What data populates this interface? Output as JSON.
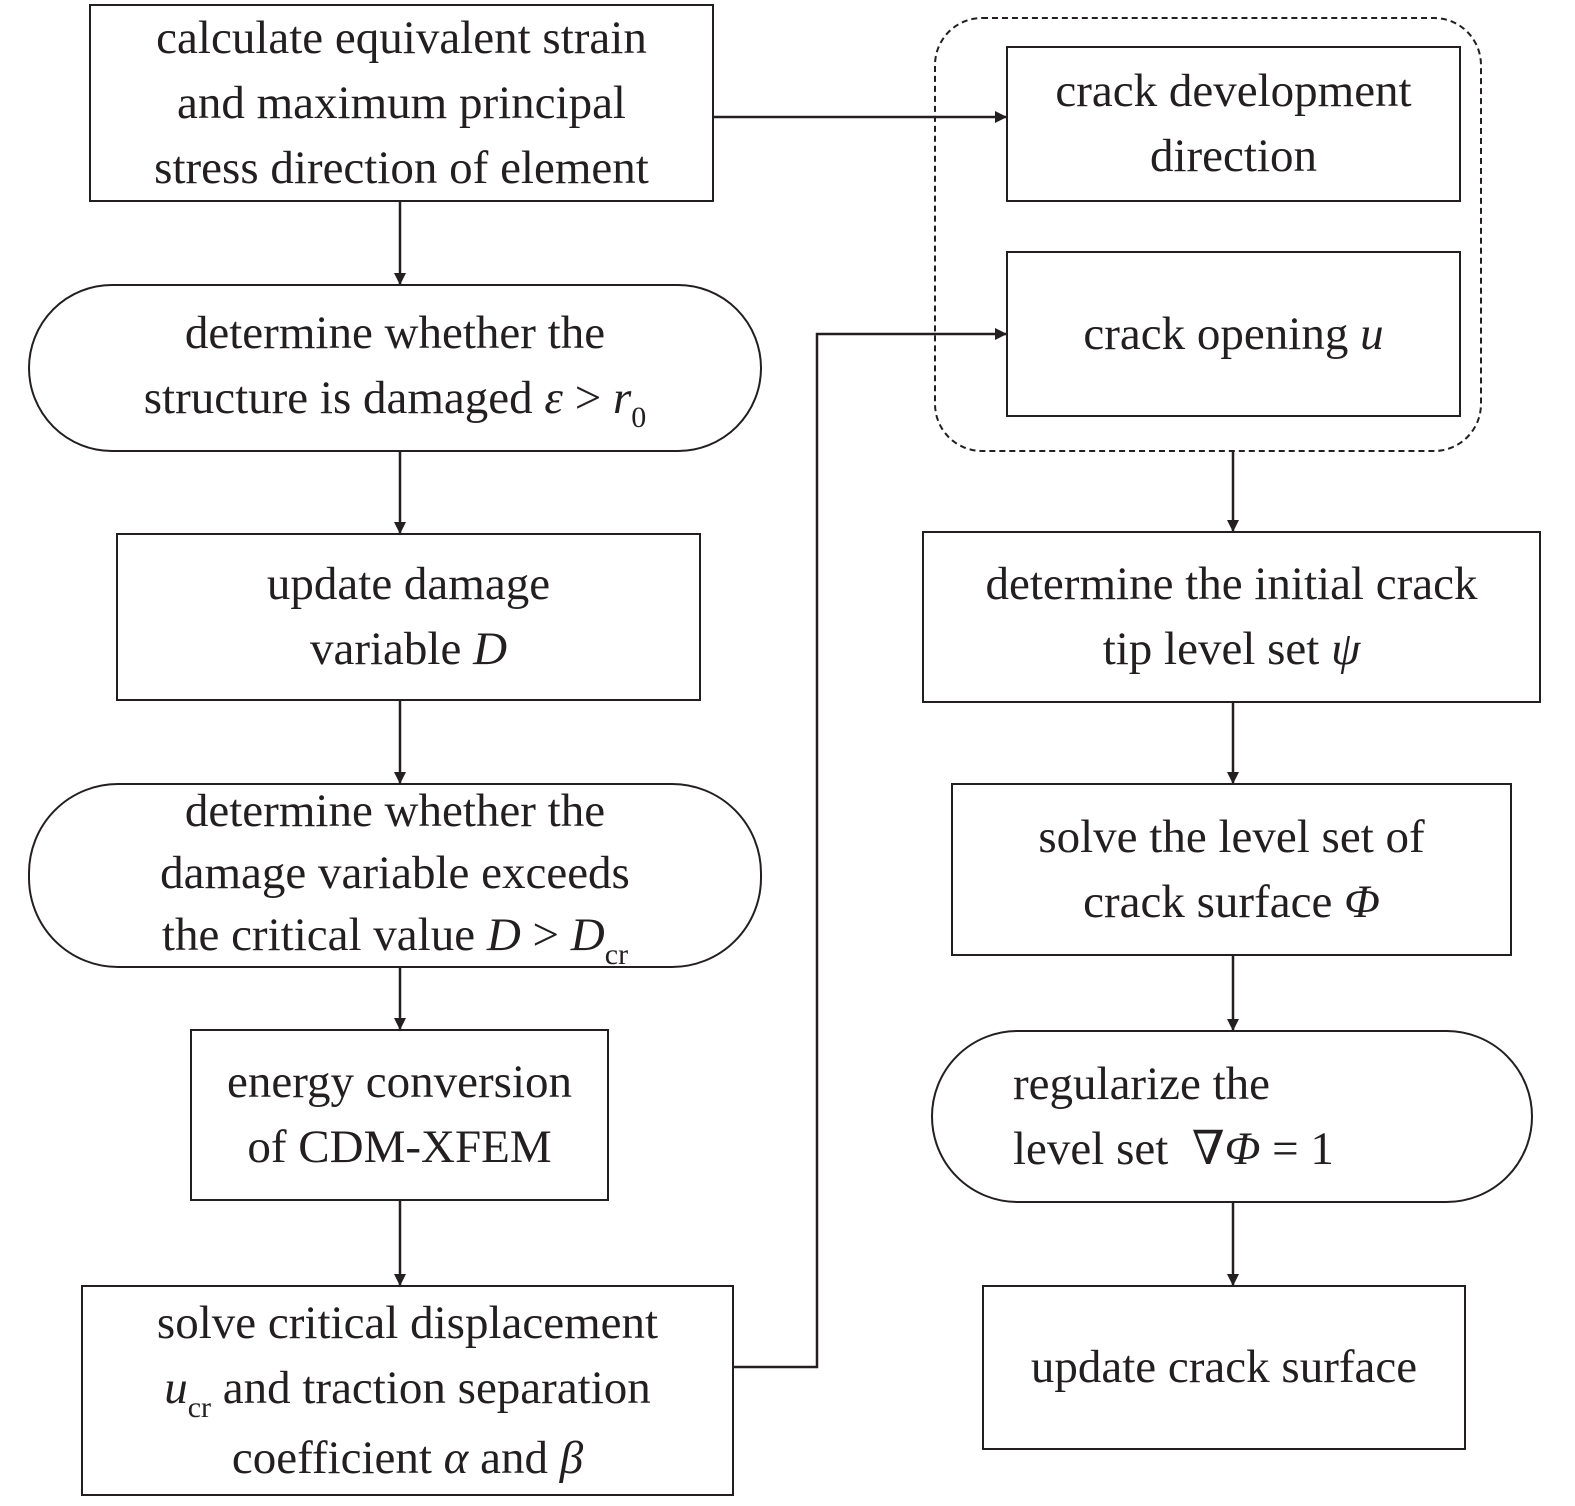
{
  "nodes": {
    "calc_strain": {
      "lines": [
        "calculate equivalent strain",
        "and maximum principal",
        "stress direction of element"
      ]
    },
    "damaged_check": {
      "lines": [
        "determine whether the",
        "structure is damaged"
      ],
      "cond_lhs": "ε",
      "cond_op": " > ",
      "cond_rhs": "r",
      "cond_rhs_sub": "0"
    },
    "update_damage": {
      "line1": "update damage",
      "line2_prefix": "variable ",
      "var": "D"
    },
    "critical_check": {
      "lines": [
        "determine whether the",
        "damage variable exceeds"
      ],
      "line3_prefix": "the critical value ",
      "cond_lhs": "D",
      "cond_op": " > ",
      "cond_rhs": "D",
      "cond_rhs_sub": "cr"
    },
    "energy_conversion": {
      "lines": [
        "energy conversion",
        "of CDM-XFEM"
      ]
    },
    "solve_displacement": {
      "line1": "solve critical displacement",
      "line2_var": "u",
      "line2_var_sub": "cr",
      "line2_rest": " and traction separation",
      "line3_prefix": "coefficient ",
      "alpha": "α",
      "and_text": " and ",
      "beta": "β"
    },
    "crack_direction": {
      "lines": [
        "crack development",
        "direction"
      ]
    },
    "crack_opening": {
      "prefix": "crack opening ",
      "var": "u"
    },
    "initial_tip": {
      "line1": "determine the initial crack",
      "line2_prefix": "tip level set ",
      "var": "ψ"
    },
    "solve_level_set": {
      "line1": "solve the level set of",
      "line2_prefix": "crack surface ",
      "var": "Φ"
    },
    "regularize": {
      "line1": "regularize the",
      "line2_prefix": "level set  ",
      "nabla": "∇",
      "var": "Φ",
      "rest": " = 1"
    },
    "update_surface": {
      "label": "update crack surface"
    }
  },
  "colors": {
    "stroke": "#231f20",
    "background": "#ffffff"
  }
}
